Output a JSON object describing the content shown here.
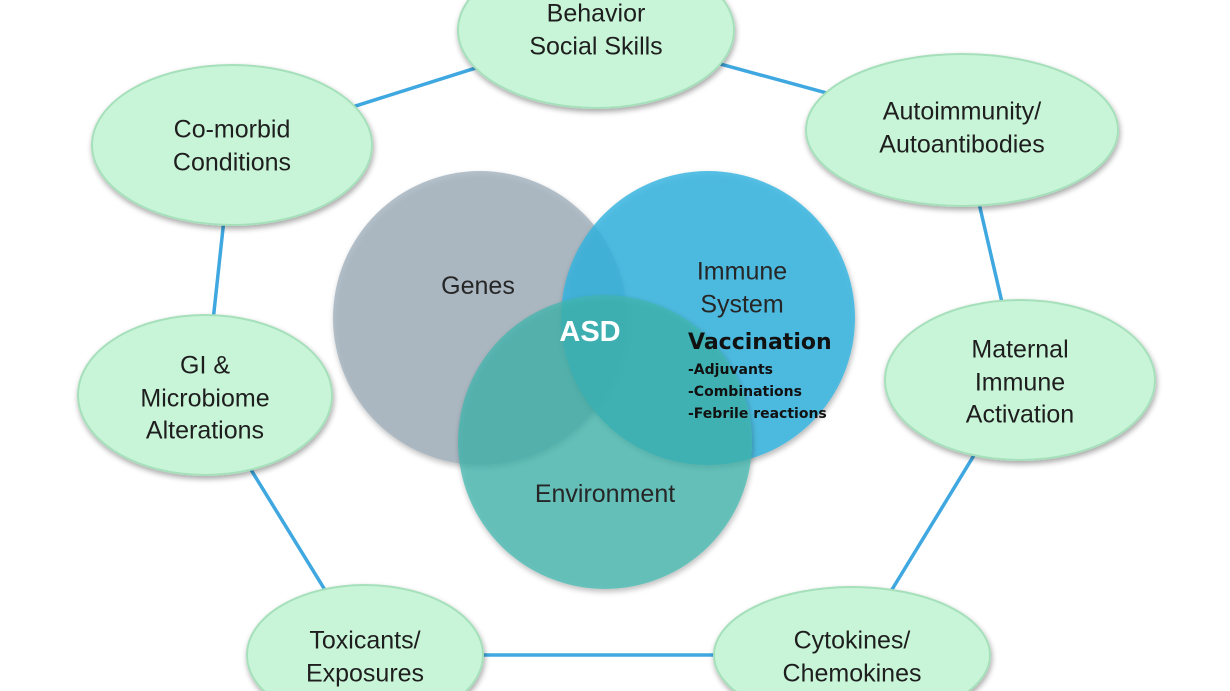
{
  "diagram": {
    "center_label": "ASD",
    "venn": {
      "genes": "Genes",
      "immune_system": [
        "Immune",
        "System"
      ],
      "environment": "Environment"
    },
    "vaccination": {
      "title": "Vaccination",
      "items": [
        "-Adjuvants",
        "-Combinations",
        "-Febrile reactions"
      ]
    },
    "nodes": {
      "behavior": [
        "Behavior",
        "Social Skills"
      ],
      "autoimmunity": [
        "Autoimmunity/",
        "Autoantibodies"
      ],
      "maternal": [
        "Maternal",
        "Immune",
        "Activation"
      ],
      "cytokines": [
        "Cytokines/",
        "Chemokines"
      ],
      "toxicants": [
        "Toxicants/",
        "Exposures"
      ],
      "gi": [
        "GI &",
        "Microbiome",
        "Alterations"
      ],
      "comorbid": [
        "Co-morbid",
        "Conditions"
      ]
    },
    "colors": {
      "node_fill": "#c8f5d8",
      "node_stroke": "#a6e0bb",
      "connector": "#3fa8e0",
      "genes_fill": "#9aabb7",
      "immune_fill": "#34b3df",
      "environment_fill": "#3fb5ad",
      "center_text": "#ffffff"
    }
  }
}
